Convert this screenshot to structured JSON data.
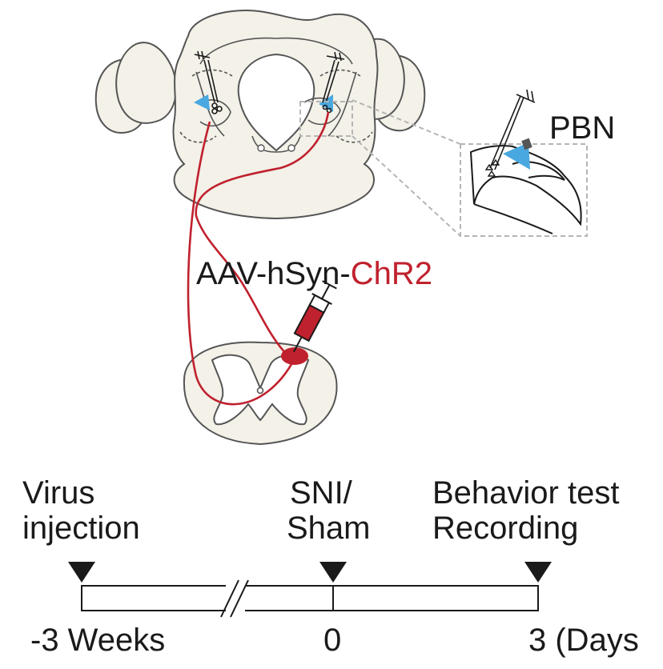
{
  "labels": {
    "pbn": "PBN",
    "virus_prefix": "AAV-hSyn-",
    "virus_suffix": "ChR2"
  },
  "timeline": {
    "events": [
      {
        "line1": "Virus",
        "line2": "injection"
      },
      {
        "line1": "SNI/",
        "line2": "Sham"
      },
      {
        "line1": "Behavior test",
        "line2": "Recording"
      }
    ],
    "ticks": [
      "-3 Weeks",
      "0",
      "3 (Days"
    ]
  },
  "colors": {
    "tissue_fill": "#f3f1e8",
    "outline": "#555555",
    "projection": "#c0212e",
    "light": "#4aa8e0",
    "inset_border": "#b5b5b5"
  }
}
